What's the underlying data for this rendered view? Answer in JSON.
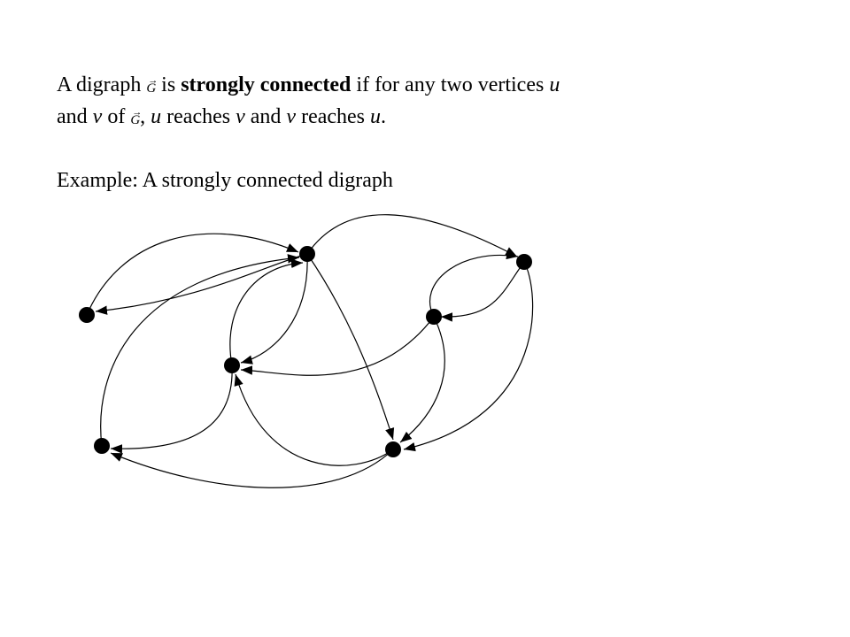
{
  "definition": {
    "line1": {
      "t1": "A digraph ",
      "g_letter": "G",
      "g_arrow": "→",
      "t2": " is ",
      "bold": "strongly connected",
      "t3": " if for any two vertices ",
      "u": "u"
    },
    "line2": {
      "t1": "and ",
      "v": "v",
      "t2": " of ",
      "g_letter": "G",
      "g_arrow": "→",
      "t3": ", ",
      "u1": "u",
      "t4": " reaches ",
      "v1": "v",
      "t5": " and ",
      "v2": "v",
      "t6": " reaches ",
      "u2": "u",
      "t7": "."
    }
  },
  "example": {
    "label": "Example: A strongly connected digraph"
  },
  "graph": {
    "vertices": [
      "a",
      "b",
      "c",
      "d",
      "e",
      "f",
      "g"
    ],
    "edges": [
      {
        "from": "a",
        "to": "b"
      },
      {
        "from": "b",
        "to": "a"
      },
      {
        "from": "c",
        "to": "b"
      },
      {
        "from": "b",
        "to": "c"
      },
      {
        "from": "d",
        "to": "b"
      },
      {
        "from": "b",
        "to": "e"
      },
      {
        "from": "b",
        "to": "g"
      },
      {
        "from": "e",
        "to": "f"
      },
      {
        "from": "f",
        "to": "e"
      },
      {
        "from": "f",
        "to": "c"
      },
      {
        "from": "f",
        "to": "g"
      },
      {
        "from": "e",
        "to": "g"
      },
      {
        "from": "g",
        "to": "c"
      },
      {
        "from": "c",
        "to": "d"
      },
      {
        "from": "g",
        "to": "d"
      }
    ]
  }
}
